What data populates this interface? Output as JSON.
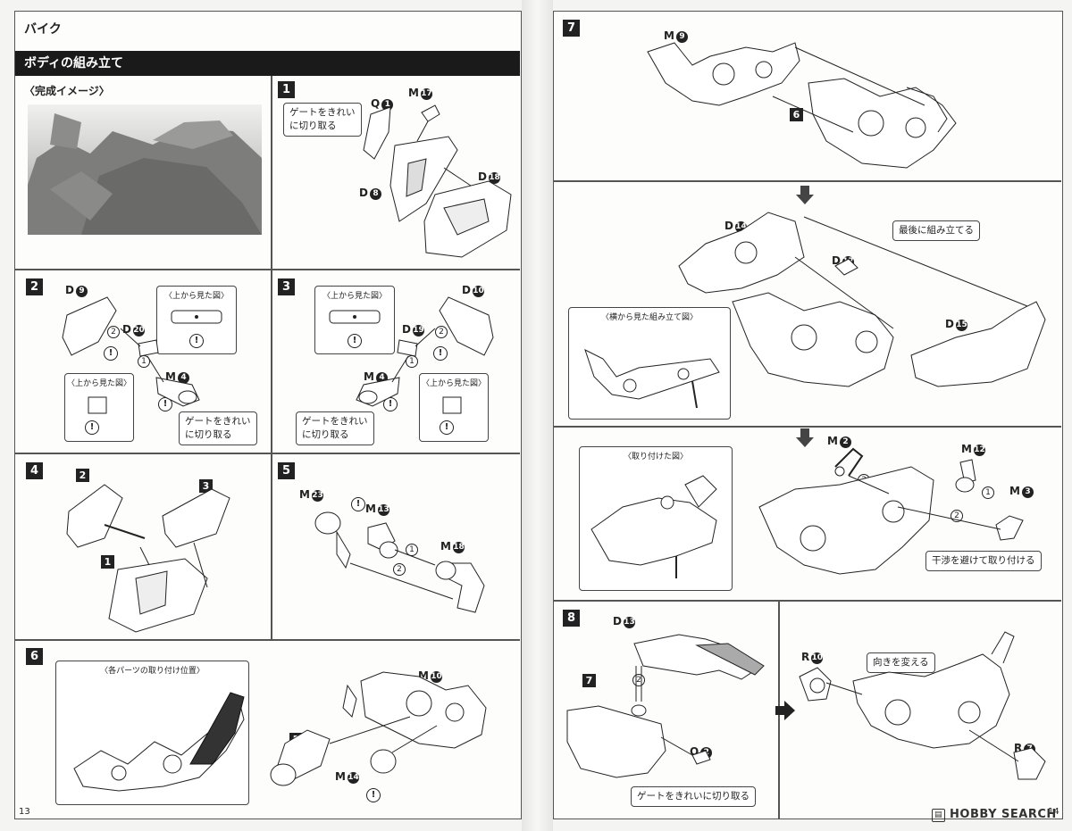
{
  "left_page": {
    "section_label": "バイク",
    "heading": "ボディの組み立て",
    "completion_title": "〈完成イメージ〉",
    "page_number": "13",
    "steps": {
      "s1": {
        "num": "1",
        "parts": [
          {
            "letter": "Q",
            "n": "1"
          },
          {
            "letter": "M",
            "n": "17"
          },
          {
            "letter": "D",
            "n": "8"
          },
          {
            "letter": "D",
            "n": "18"
          }
        ],
        "callout": "ゲートをきれい\nに切り取る"
      },
      "s2": {
        "num": "2",
        "parts": [
          {
            "letter": "D",
            "n": "9"
          },
          {
            "letter": "D",
            "n": "20"
          },
          {
            "letter": "M",
            "n": "4"
          }
        ],
        "inset_top": "〈上から見た図〉",
        "inset_side": "〈上から見た図〉",
        "callout": "ゲートをきれい\nに切り取る",
        "seq": [
          "2",
          "1"
        ]
      },
      "s3": {
        "num": "3",
        "parts": [
          {
            "letter": "D",
            "n": "10"
          },
          {
            "letter": "D",
            "n": "19"
          },
          {
            "letter": "M",
            "n": "4"
          }
        ],
        "inset_top": "〈上から見た図〉",
        "inset_side": "〈上から見た図〉",
        "callout": "ゲートをきれい\nに切り取る",
        "seq": [
          "2",
          "1"
        ]
      },
      "s4": {
        "num": "4",
        "refs": [
          "2",
          "3",
          "1"
        ]
      },
      "s5": {
        "num": "5",
        "parts": [
          {
            "letter": "M",
            "n": "23"
          },
          {
            "letter": "M",
            "n": "13"
          },
          {
            "letter": "M",
            "n": "18"
          }
        ],
        "seq": [
          "1",
          "2"
        ]
      },
      "s6": {
        "num": "6",
        "inset": "〈各パーツの取り付け位置〉",
        "ref": "5",
        "parts": [
          {
            "letter": "M",
            "n": "10"
          },
          {
            "letter": "M",
            "n": "14"
          }
        ]
      }
    }
  },
  "right_page": {
    "page_number": "14",
    "watermark": "HOBBY SEARCH",
    "steps": {
      "s7": {
        "num": "7",
        "ref": "6",
        "parts_a": [
          {
            "letter": "M",
            "n": "9"
          }
        ],
        "parts_b": [
          {
            "letter": "D",
            "n": "14"
          },
          {
            "letter": "D",
            "n": "17"
          },
          {
            "letter": "D",
            "n": "15"
          }
        ],
        "callout_last": "最後に組み立てる",
        "inset_side": "〈横から見た組み立て図〉",
        "parts_c": [
          {
            "letter": "M",
            "n": "2"
          },
          {
            "letter": "M",
            "n": "12"
          },
          {
            "letter": "M",
            "n": "3"
          }
        ],
        "inset_attached": "〈取り付けた図〉",
        "callout_interf": "干渉を避けて取り付ける",
        "seq": [
          "3",
          "1",
          "2"
        ]
      },
      "s8": {
        "num": "8",
        "ref": "7",
        "parts": [
          {
            "letter": "D",
            "n": "13"
          },
          {
            "letter": "Q",
            "n": "2"
          },
          {
            "letter": "R",
            "n": "10"
          },
          {
            "letter": "R",
            "n": "7"
          }
        ],
        "callout_gate": "ゲートをきれいに切り取る",
        "callout_turn": "向きを変える",
        "seq": [
          "2"
        ]
      }
    }
  },
  "symbols": {
    "caution": "!"
  },
  "colors": {
    "ink": "#222222",
    "panel_border": "#555555",
    "heading_bar": "#1a1a1a",
    "paper": "#fdfdfc"
  }
}
